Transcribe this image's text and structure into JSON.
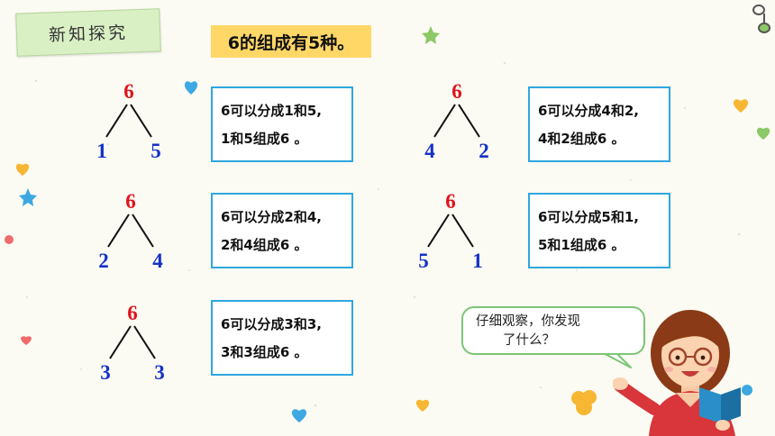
{
  "section_tag": "新知探究",
  "heading": "6的组成有5种。",
  "trees": [
    {
      "top": "6",
      "left": "1",
      "right": "5"
    },
    {
      "top": "6",
      "left": "2",
      "right": "4"
    },
    {
      "top": "6",
      "left": "3",
      "right": "3"
    },
    {
      "top": "6",
      "left": "4",
      "right": "2"
    },
    {
      "top": "6",
      "left": "5",
      "right": "1"
    }
  ],
  "explanations": [
    {
      "line1": "6可以分成1和5,",
      "line2": "1和5组成6 。"
    },
    {
      "line1": "6可以分成2和4,",
      "line2": "2和4组成6 。"
    },
    {
      "line1": "6可以分成3和3,",
      "line2": "3和3组成6 。"
    },
    {
      "line1": "6可以分成4和2,",
      "line2": "4和2组成6 。"
    },
    {
      "line1": "6可以分成5和1,",
      "line2": "5和1组成6 。"
    }
  ],
  "speech_bubble": {
    "line1": "仔细观察，你发现",
    "line2": "了什么？"
  },
  "colors": {
    "top_number": "#e0131b",
    "part_number": "#1432c8",
    "box_border": "#2ea7e0",
    "heading_bg": "#fed766",
    "tag_bg": "#d9f0c4"
  }
}
